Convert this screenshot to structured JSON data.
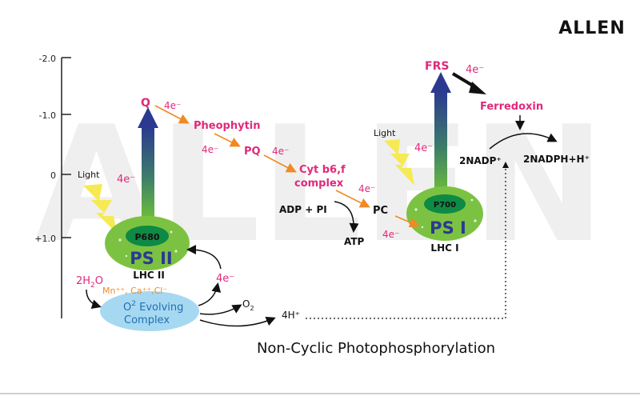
{
  "brand": "ALLEN",
  "watermark": "ALLEN",
  "caption": "Non-Cyclic Photophosphorylation",
  "axis": {
    "ticks": [
      "-2.0",
      "-1.0",
      "0",
      "+1.0"
    ]
  },
  "colors": {
    "pink": "#e0297a",
    "orange": "#f08a24",
    "green": "#7cc242",
    "dark_green": "#0e8a44",
    "navy": "#2b3990",
    "blue_text": "#1f6fb2",
    "ellipse_blue": "#a7d8f2",
    "yellow": "#f4e94a"
  },
  "ps2": {
    "light": "Light",
    "e_up": "4e⁻",
    "center": "P680",
    "name": "PS II",
    "complex": "LHC II"
  },
  "ps1": {
    "light": "Light",
    "e_up": "4e⁻",
    "center": "P700",
    "name": "PS I",
    "complex": "LHC I"
  },
  "chain": {
    "q": "Q",
    "e1": "4e⁻",
    "pheophytin": "Pheophytin",
    "e2": "4e⁻",
    "pq": "PQ",
    "e3": "4e⁻",
    "cyt_line1": "Cyt b6,f",
    "cyt_line2": "complex",
    "e4": "4e⁻",
    "pc": "PC",
    "e5": "4e⁻",
    "frs": "FRS",
    "e6": "4e⁻",
    "ferredoxin": "Ferredoxin"
  },
  "atp": {
    "reactant": "ADP + PI",
    "product": "ATP"
  },
  "nadp": {
    "reactant": "2NADP⁺",
    "product": "2NADPH+H⁺"
  },
  "water": {
    "h2o_coef": "2H",
    "h2o_sub": "2",
    "h2o_o": "O",
    "ions": "Mn⁺⁺, Ca⁺⁺,Cl⁻",
    "complex_line1_sup": "2",
    "complex_line1": "O",
    "complex_line1_rest": " Evolving",
    "complex_line2": "Complex",
    "e_out": "4e⁻",
    "o2": "O",
    "o2_sub": "2",
    "protons": "4H⁺"
  }
}
